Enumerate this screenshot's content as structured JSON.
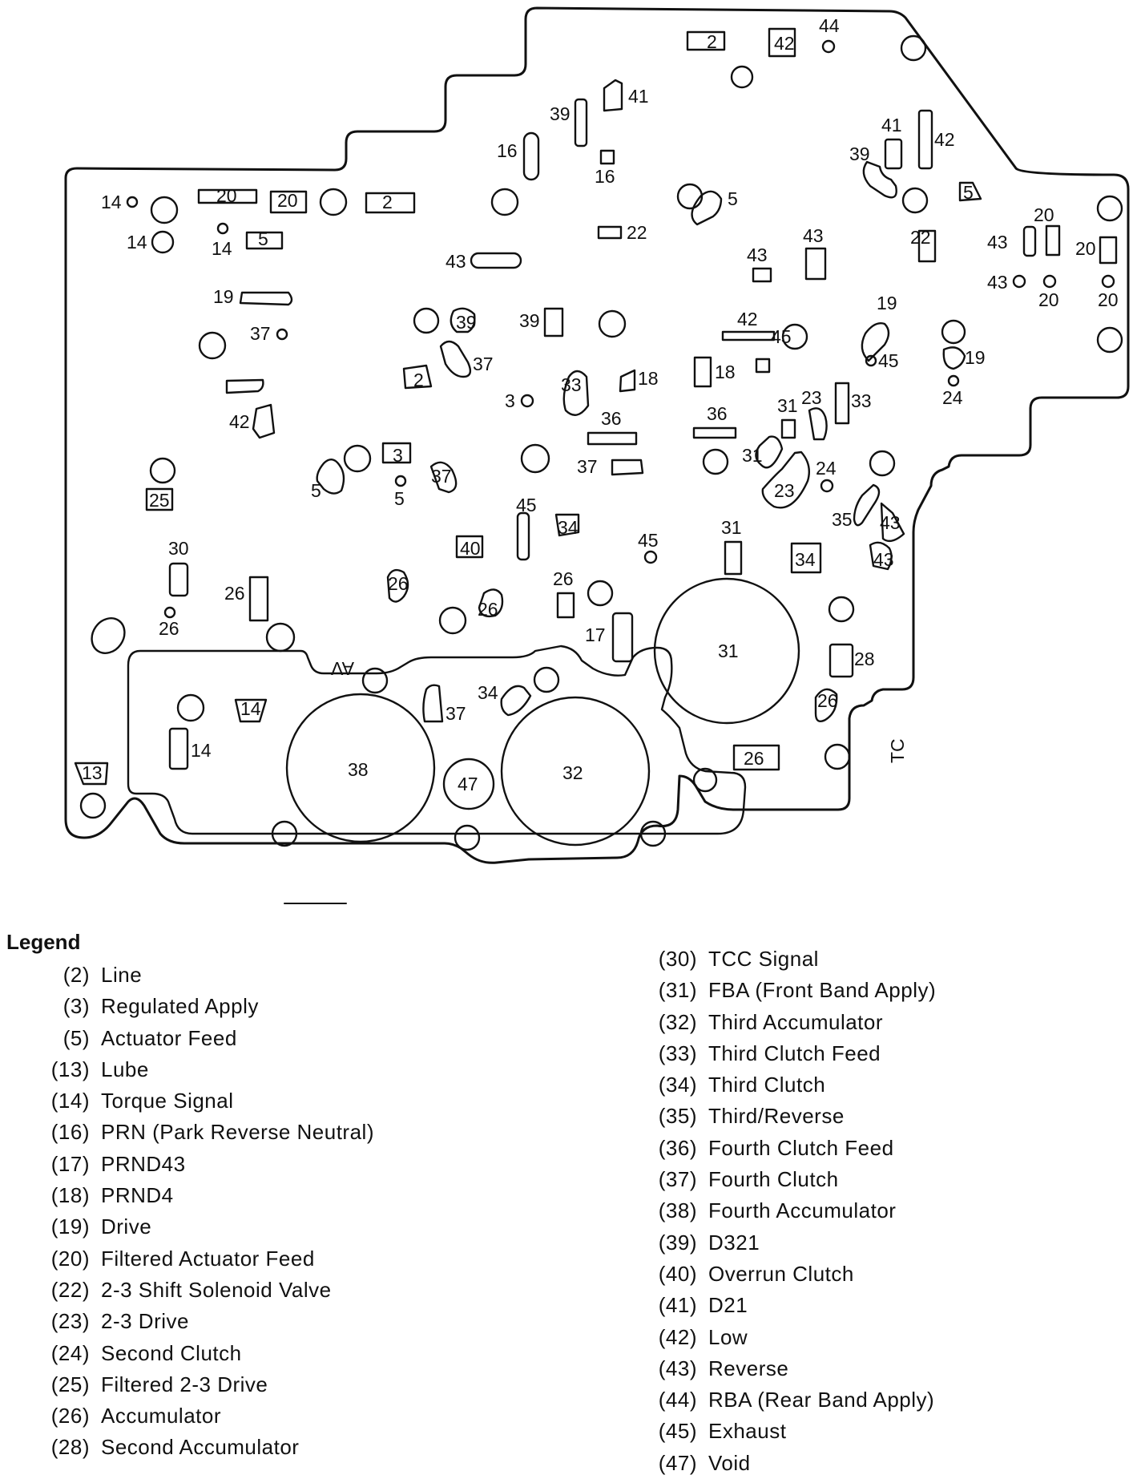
{
  "diagram": {
    "labels": {
      "l2a": "2",
      "l42a": "42",
      "l44": "44",
      "l41a": "41",
      "l39a": "39",
      "l16a": "16",
      "l16b": "16",
      "l41b": "41",
      "l42b": "42",
      "l39b": "39",
      "l5a": "5",
      "l5b": "5",
      "l14a": "14",
      "l14b": "14",
      "l14c": "14",
      "l20a": "20",
      "l20b": "20",
      "l2b": "2",
      "l5c": "5",
      "l22a": "22",
      "l43a": "43",
      "l43b": "43",
      "l43c": "43",
      "l22b": "22",
      "l20c": "20",
      "l43d": "43",
      "l20d": "20",
      "l43e": "43",
      "l20e": "20",
      "l20f": "20",
      "l19a": "19",
      "l37a": "37",
      "l39c": "39",
      "l37b": "37",
      "l39d": "39",
      "l42c": "42",
      "l19b": "19",
      "l45a": "45",
      "l45b": "45",
      "l19c": "19",
      "l24a": "24",
      "l2c": "2",
      "l42d": "42",
      "l3a": "3",
      "l33a": "33",
      "l18a": "18",
      "l18b": "18",
      "l36a": "36",
      "l36b": "36",
      "l31a": "31",
      "l23a": "23",
      "l33b": "33",
      "l37c": "37",
      "l31b": "31",
      "l24b": "24",
      "l23b": "23",
      "l3b": "3",
      "l5d": "5",
      "l5e": "5",
      "l37d": "37",
      "l25": "25",
      "l45c": "45",
      "l34a": "34",
      "l35": "35",
      "l43f": "43",
      "l40": "40",
      "l45d": "45",
      "l31c": "31",
      "l34b": "34",
      "l43g": "43",
      "l30": "30",
      "l26a": "26",
      "l26b": "26",
      "l26c": "26",
      "l26d": "26",
      "l26e": "26",
      "l17": "17",
      "l31d": "31",
      "l28": "28",
      "l26f": "26",
      "l14d": "14",
      "l37e": "37",
      "l34c": "34",
      "l14e": "14",
      "l13": "13",
      "l38": "38",
      "l47": "47",
      "l32": "32",
      "l26g": "26",
      "ltc": "TC",
      "lav": "AV"
    }
  },
  "legend": {
    "title": "Legend",
    "left": [
      {
        "code": "(2)",
        "name": "Line"
      },
      {
        "code": "(3)",
        "name": "Regulated Apply"
      },
      {
        "code": "(5)",
        "name": "Actuator Feed"
      },
      {
        "code": "(13)",
        "name": "Lube"
      },
      {
        "code": "(14)",
        "name": "Torque Signal"
      },
      {
        "code": "(16)",
        "name": "PRN (Park Reverse Neutral)"
      },
      {
        "code": "(17)",
        "name": "PRND43"
      },
      {
        "code": "(18)",
        "name": "PRND4"
      },
      {
        "code": "(19)",
        "name": "Drive"
      },
      {
        "code": "(20)",
        "name": "Filtered Actuator Feed"
      },
      {
        "code": "(22)",
        "name": "2-3 Shift Solenoid Valve"
      },
      {
        "code": "(23)",
        "name": "2-3 Drive"
      },
      {
        "code": "(24)",
        "name": "Second Clutch"
      },
      {
        "code": "(25)",
        "name": "Filtered 2-3 Drive"
      },
      {
        "code": "(26)",
        "name": "Accumulator"
      },
      {
        "code": "(28)",
        "name": "Second Accumulator"
      }
    ],
    "right": [
      {
        "code": "(30)",
        "name": "TCC Signal"
      },
      {
        "code": "(31)",
        "name": "FBA (Front Band Apply)"
      },
      {
        "code": "(32)",
        "name": "Third Accumulator"
      },
      {
        "code": "(33)",
        "name": "Third Clutch Feed"
      },
      {
        "code": "(34)",
        "name": "Third Clutch"
      },
      {
        "code": "(35)",
        "name": "Third/Reverse"
      },
      {
        "code": "(36)",
        "name": "Fourth Clutch Feed"
      },
      {
        "code": "(37)",
        "name": "Fourth Clutch"
      },
      {
        "code": "(38)",
        "name": "Fourth Accumulator"
      },
      {
        "code": "(39)",
        "name": "D321"
      },
      {
        "code": "(40)",
        "name": "Overrun Clutch"
      },
      {
        "code": "(41)",
        "name": "D21"
      },
      {
        "code": "(42)",
        "name": "Low"
      },
      {
        "code": "(43)",
        "name": "Reverse"
      },
      {
        "code": "(44)",
        "name": "RBA (Rear Band Apply)"
      },
      {
        "code": "(45)",
        "name": "Exhaust"
      },
      {
        "code": "(47)",
        "name": "Void"
      }
    ]
  }
}
